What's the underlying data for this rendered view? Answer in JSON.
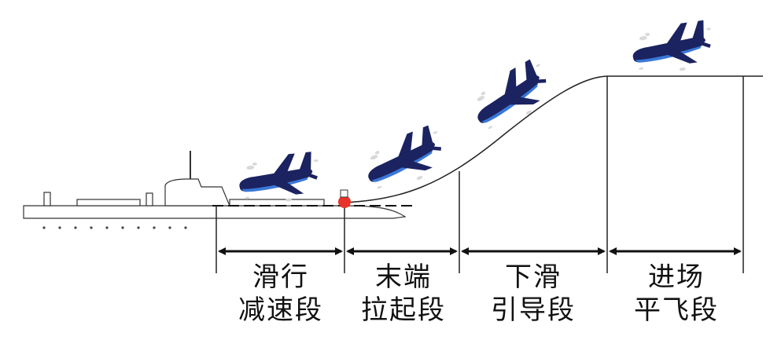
{
  "diagram": {
    "phases": [
      {
        "line1": "滑行",
        "line2": "减速段"
      },
      {
        "line1": "末端",
        "line2": "拉起段"
      },
      {
        "line1": "下滑",
        "line2": "引导段"
      },
      {
        "line1": "进场",
        "line2": "平飞段"
      }
    ]
  },
  "colors": {
    "aircraft_body": "#1b2360",
    "aircraft_stripe": "#3a78d8",
    "marker": "#e8342a",
    "line": "#222222",
    "cloud": "#d9d9d9"
  },
  "icons": [
    "ship-icon",
    "airplane-icon",
    "marker-dot-icon",
    "double-arrow-icon"
  ]
}
